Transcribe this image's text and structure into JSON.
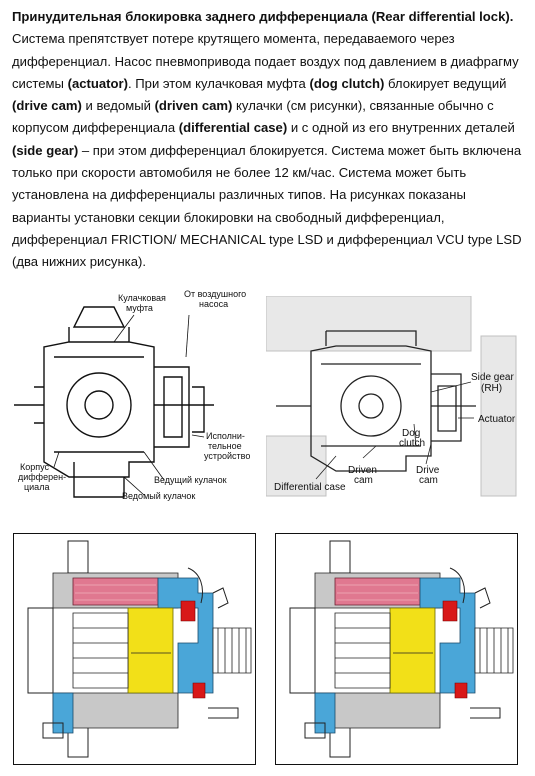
{
  "paragraph": [
    {
      "t": "Принудительная блокировка заднего дифференциала (Rear differential lock).",
      "b": true
    },
    {
      "t": " Система препятствует потере крутящего момента, передаваемого через дифференциал. Насос пневмопривода подает воздух под давлением в диафрагму системы ",
      "b": false
    },
    {
      "t": "(actuator)",
      "b": true
    },
    {
      "t": ". При этом кулачковая муфта ",
      "b": false
    },
    {
      "t": "(dog clutch)",
      "b": true
    },
    {
      "t": " блокирует ведущий ",
      "b": false
    },
    {
      "t": "(drive cam)",
      "b": true
    },
    {
      "t": " и ведомый ",
      "b": false
    },
    {
      "t": "(driven cam)",
      "b": true
    },
    {
      "t": " кулачки (см рисунки), связанные обычно с корпусом дифференциала ",
      "b": false
    },
    {
      "t": "(differential case)",
      "b": true
    },
    {
      "t": " и с одной из его внутренних деталей ",
      "b": false
    },
    {
      "t": "(side gear)",
      "b": true
    },
    {
      "t": " – при этом дифференциал блокируется. Система может быть включена только при скорости автомобиля не более 12 км/час. Система может быть установлена на дифференциалы различных типов. На рисунках показаны варианты установки секции блокировки на свободный дифференциал, дифференциал FRICTION/ MECHANICAL type LSD и дифференциал VCU type LSD (два нижних рисунка).",
      "b": false
    }
  ],
  "fig1": {
    "clutch": "Кулачковая",
    "clutch2": "муфта",
    "air": "От воздушного",
    "air2": "насоса",
    "act1": "Исполни-",
    "act2": "тельное",
    "act3": "устройство",
    "case1": "Корпус",
    "case2": "дифферен-",
    "case3": "циала",
    "drive": "Ведущий кулачок",
    "driven": "Ведомый кулачок"
  },
  "fig2": {
    "side_gear": "Side gear",
    "rh": "(RH)",
    "actuator": "Actuator",
    "dog": "Dog",
    "clutch": "clutch",
    "driven": "Driven",
    "cam": "cam",
    "drive": "Drive",
    "cam2": "cam",
    "diff_case": "Differential case"
  },
  "colors": {
    "pink": "#e07890",
    "pink_light": "#f0b0bc",
    "blue": "#4aa6d8",
    "yellow": "#f2e018",
    "red": "#d81818",
    "gray": "#c8c8c8"
  }
}
